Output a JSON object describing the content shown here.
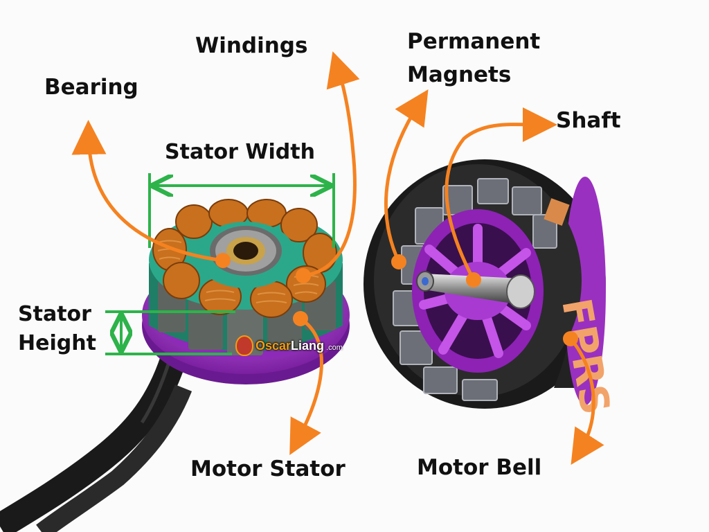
{
  "labels": {
    "bearing": "Bearing",
    "windings": "Windings",
    "permanent_magnets_line1": "Permanent",
    "permanent_magnets_line2": "Magnets",
    "shaft": "Shaft",
    "stator_width": "Stator Width",
    "stator_height_line1": "Stator",
    "stator_height_line2": "Height",
    "motor_stator": "Motor Stator",
    "motor_bell": "Motor Bell"
  },
  "watermark": {
    "name_part1": "Oscar",
    "name_part2": "Liang",
    "suffix": ".com"
  },
  "bell_lettering": "FPRS",
  "colors": {
    "arrow": "#f58220",
    "dimension": "#2db34a",
    "purple": "#a035c8",
    "copper": "#c8701e",
    "teal": "#2ba88a",
    "dark": "#1a1a1a"
  }
}
